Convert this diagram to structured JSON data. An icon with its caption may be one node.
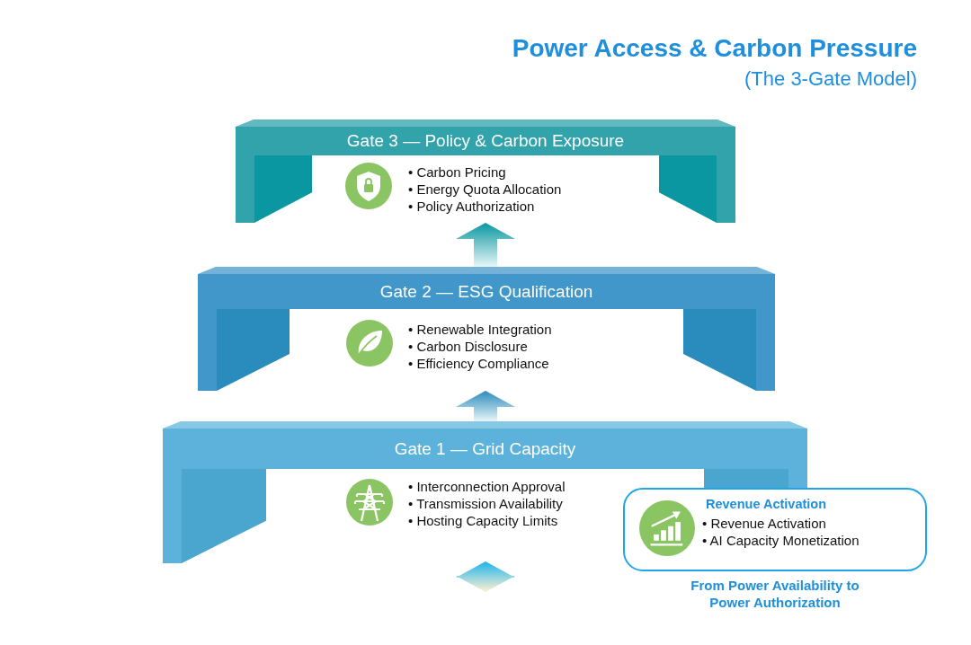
{
  "diagram": {
    "title": "Power Access & Carbon Pressure",
    "nodes": [
      {
        "text": [
          "Gate 3 — Policy & Carbon Exposure",
          "• Carbon Pricing",
          "• Energy Quota Allocation",
          "• Policy Authorization"
        ]
      },
      {
        "text": [
          "Gate 2 — ESG Qualification",
          "• Renewable Integration",
          "• Carbon Disclosure",
          "• Efficiency Compliance"
        ]
      },
      {
        "text": [
          "Gate 1 — Grid Capacity",
          "• Interconnection Approval",
          "• Transmission Availability",
          "• Hosting Capacity Limits"
        ]
      },
      {
        "text": [
          "Revenue Activation",
          "• Revenue Activation",
          "• AI Capacity Monetization"
        ],
        "beside": [
          "From Power Availability to Power Authorization"
        ]
      }
    ],
    "edges": [
      {
        "from": 1,
        "to": 0,
        "arrow": "to"
      },
      {
        "from": 2,
        "to": 1,
        "arrow": "to"
      },
      {
        "from": null,
        "to": 2,
        "arrow": "both"
      }
    ],
    "labels": [
      "(The 3-Gate Model)"
    ]
  }
}
